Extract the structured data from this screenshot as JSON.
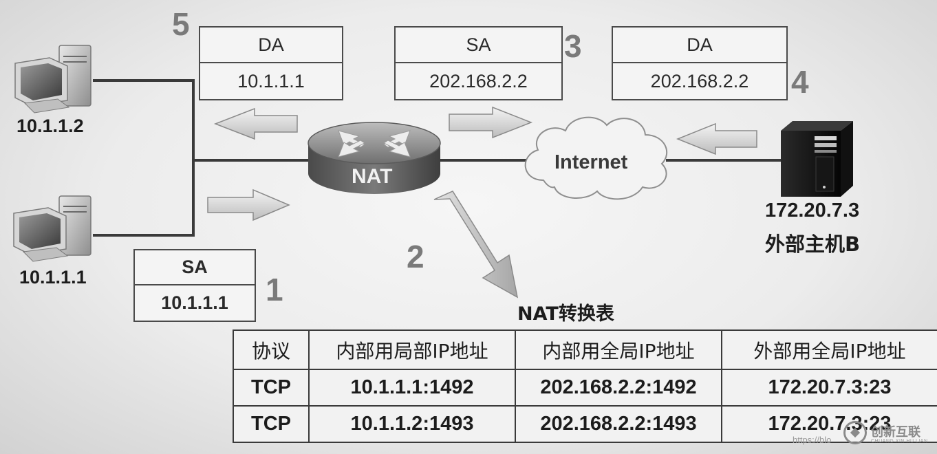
{
  "packets": {
    "p5": {
      "field": "DA",
      "value": "10.1.1.1",
      "step": "5"
    },
    "p3": {
      "field": "SA",
      "value": "202.168.2.2",
      "step": "3"
    },
    "p4": {
      "field": "DA",
      "value": "202.168.2.2",
      "step": "4"
    },
    "p1": {
      "field": "SA",
      "value": "10.1.1.1",
      "step": "1"
    }
  },
  "step2": "2",
  "hosts": {
    "host_top": "10.1.1.2",
    "host_bottom": "10.1.1.1",
    "server_ip": "172.20.7.3",
    "server_name": "外部主机B"
  },
  "router_label": "NAT",
  "cloud_label": "Internet",
  "table_title": "NAT转换表",
  "nat_table": {
    "headers": [
      "协议",
      "内部用局部IP地址",
      "内部用全局IP地址",
      "外部用全局IP地址"
    ],
    "rows": [
      [
        "TCP",
        "10.1.1.1:1492",
        "202.168.2.2:1492",
        "172.20.7.3:23"
      ],
      [
        "TCP",
        "10.1.1.2:1493",
        "202.168.2.2:1493",
        "172.20.7.3:23"
      ]
    ]
  },
  "watermark": "https://blo",
  "logo": {
    "text": "创新互联",
    "sub": "CHUANG XIN HU LIAN"
  }
}
